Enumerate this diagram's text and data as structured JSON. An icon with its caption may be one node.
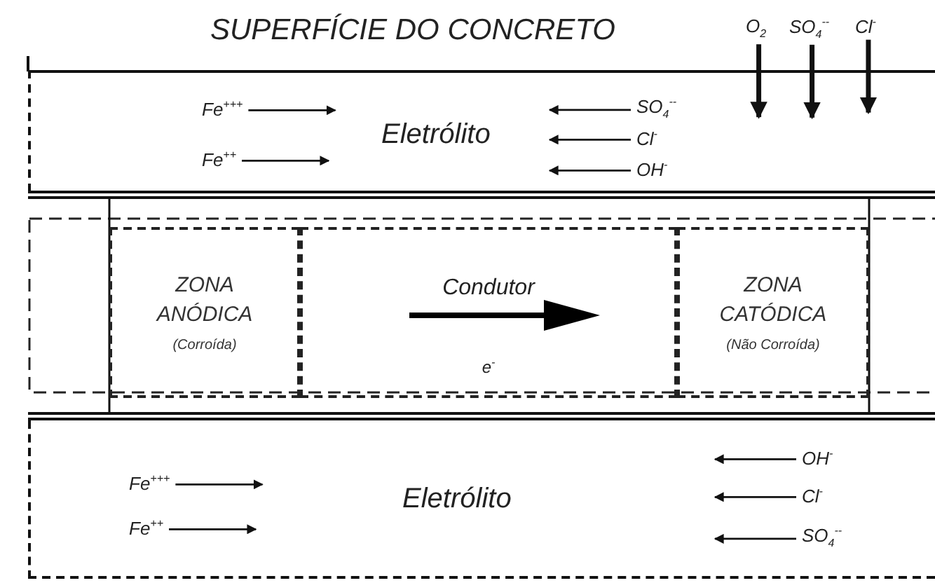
{
  "diagram": {
    "title": "SUPERFÍCIE DO CONCRETO",
    "nodes": [
      {
        "text": [
          "Eletrólito"
        ]
      },
      {
        "text": [
          "Fe$^{+++}$"
        ],
        "in": 0
      },
      {
        "text": [
          "Fe$^{++}$"
        ],
        "in": 0
      },
      {
        "text": [
          "SO$_{4}$$^{--}$"
        ],
        "in": 0
      },
      {
        "text": [
          "Cl$^{-}$"
        ],
        "in": 0
      },
      {
        "text": [
          "OH$^{-}$"
        ],
        "in": 0
      },
      {
        "text": [
          "O$_{2}$"
        ]
      },
      {
        "text": [
          "SO$_{4}$$^{--}$"
        ]
      },
      {
        "text": [
          "Cl$^{-}$"
        ]
      },
      {
        "text": [],
        "shape": "bar"
      },
      {
        "text": [
          "ZONA ANÓDICA",
          "(Corroída)"
        ],
        "in": 9
      },
      {
        "text": [
          "Condutor",
          "e$^{-}$"
        ],
        "in": 9
      },
      {
        "text": [
          "ZONA CATÓDICA",
          "(Não Corroída)"
        ],
        "in": 9
      },
      {
        "text": [
          "Eletrólito"
        ]
      },
      {
        "text": [
          "Fe$^{+++}$"
        ],
        "in": 13
      },
      {
        "text": [
          "Fe$^{++}$"
        ],
        "in": 13
      },
      {
        "text": [
          "OH$^{-}$"
        ],
        "in": 13
      },
      {
        "text": [
          "Cl$^{-}$"
        ],
        "in": 13
      },
      {
        "text": [
          "SO$_{4}$$^{--}$"
        ],
        "in": 13
      }
    ],
    "edges": [
      {
        "from": 1,
        "to": null,
        "arrow": "to"
      },
      {
        "from": 2,
        "to": null,
        "arrow": "to"
      },
      {
        "from": 3,
        "to": null,
        "arrow": "to"
      },
      {
        "from": 4,
        "to": null,
        "arrow": "to"
      },
      {
        "from": 5,
        "to": null,
        "arrow": "to"
      },
      {
        "from": 6,
        "to": 0,
        "arrow": "to",
        "style": "thick"
      },
      {
        "from": 7,
        "to": 0,
        "arrow": "to",
        "style": "thick"
      },
      {
        "from": 8,
        "to": 0,
        "arrow": "to",
        "style": "thick"
      },
      {
        "from": 14,
        "to": null,
        "arrow": "to"
      },
      {
        "from": 15,
        "to": null,
        "arrow": "to"
      },
      {
        "from": 16,
        "to": null,
        "arrow": "to"
      },
      {
        "from": 17,
        "to": null,
        "arrow": "to"
      },
      {
        "from": 18,
        "to": null,
        "arrow": "to"
      }
    ]
  }
}
